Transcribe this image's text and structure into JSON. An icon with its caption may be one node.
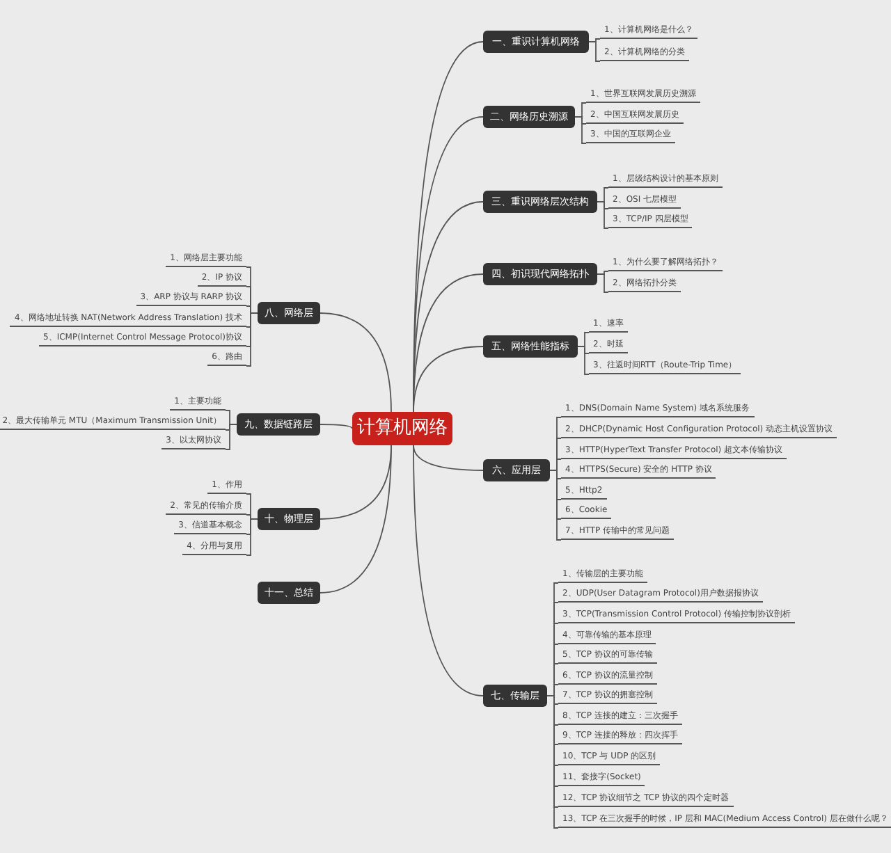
{
  "diagram": {
    "nodes": [
      {
        "text": [
          "计算机网络"
        ]
      },
      {
        "text": [
          "一、重识计算机网络"
        ]
      },
      {
        "text": [
          "1、计算机网络是什么？"
        ]
      },
      {
        "text": [
          "2、计算机网络的分类"
        ]
      },
      {
        "text": [
          "二、网络历史溯源"
        ]
      },
      {
        "text": [
          "1、世界互联网发展历史溯源"
        ]
      },
      {
        "text": [
          "2、中国互联网发展历史"
        ]
      },
      {
        "text": [
          "3、中国的互联网企业"
        ]
      },
      {
        "text": [
          "三、重识网络层次结构"
        ]
      },
      {
        "text": [
          "1、层级结构设计的基本原则"
        ]
      },
      {
        "text": [
          "2、OSI 七层模型"
        ]
      },
      {
        "text": [
          "3、TCP/IP 四层模型"
        ]
      },
      {
        "text": [
          "四、初识现代网络拓扑"
        ]
      },
      {
        "text": [
          "1、为什么要了解网络拓扑？"
        ]
      },
      {
        "text": [
          "2、网络拓扑分类"
        ]
      },
      {
        "text": [
          "五、网络性能指标"
        ]
      },
      {
        "text": [
          "1、速率"
        ]
      },
      {
        "text": [
          "2、时延"
        ]
      },
      {
        "text": [
          "3、往返时间RTT（Route-Trip Time）"
        ]
      },
      {
        "text": [
          "六、应用层"
        ]
      },
      {
        "text": [
          "1、DNS(Domain Name System) 域名系统服务"
        ]
      },
      {
        "text": [
          "2、DHCP(Dynamic Host Configuration Protocol) 动态主机设置协议"
        ]
      },
      {
        "text": [
          "3、HTTP(HyperText Transfer Protocol) 超文本传输协议"
        ]
      },
      {
        "text": [
          "4、HTTPS(Secure) 安全的 HTTP 协议"
        ]
      },
      {
        "text": [
          "5、Http2"
        ]
      },
      {
        "text": [
          "6、Cookie"
        ]
      },
      {
        "text": [
          "7、HTTP 传输中的常见问题"
        ]
      },
      {
        "text": [
          "七、传输层"
        ]
      },
      {
        "text": [
          "1、传输层的主要功能"
        ]
      },
      {
        "text": [
          "2、UDP(User Datagram Protocol)用户数据报协议"
        ]
      },
      {
        "text": [
          "3、TCP(Transmission Control Protocol) 传输控制协议剖析"
        ]
      },
      {
        "text": [
          "4、可靠传输的基本原理"
        ]
      },
      {
        "text": [
          "5、TCP 协议的可靠传输"
        ]
      },
      {
        "text": [
          "6、TCP 协议的流量控制"
        ]
      },
      {
        "text": [
          "7、TCP 协议的拥塞控制"
        ]
      },
      {
        "text": [
          "8、TCP 连接的建立：三次握手"
        ]
      },
      {
        "text": [
          "9、TCP 连接的释放：四次挥手"
        ]
      },
      {
        "text": [
          "10、TCP 与 UDP 的区别"
        ]
      },
      {
        "text": [
          "11、套接字(Socket)"
        ]
      },
      {
        "text": [
          "12、TCP 协议细节之 TCP 协议的四个定时器"
        ]
      },
      {
        "text": [
          "13、TCP 在三次握手的时候，IP 层和 MAC(Medium Access Control) 层在做什么呢？"
        ]
      },
      {
        "text": [
          "八、网络层"
        ]
      },
      {
        "text": [
          "1、网络层主要功能"
        ]
      },
      {
        "text": [
          "2、IP 协议"
        ]
      },
      {
        "text": [
          "3、ARP 协议与 RARP 协议"
        ]
      },
      {
        "text": [
          "4、网络地址转换 NAT(Network Address Translation) 技术"
        ]
      },
      {
        "text": [
          "5、ICMP(Internet Control Message Protocol)协议"
        ]
      },
      {
        "text": [
          "6、路由"
        ]
      },
      {
        "text": [
          "九、数据链路层"
        ]
      },
      {
        "text": [
          "1、主要功能"
        ]
      },
      {
        "text": [
          "2、最大传输单元 MTU（Maximum Transmission Unit）"
        ]
      },
      {
        "text": [
          "3、以太网协议"
        ]
      },
      {
        "text": [
          "十、物理层"
        ]
      },
      {
        "text": [
          "1、作用"
        ]
      },
      {
        "text": [
          "2、常见的传输介质"
        ]
      },
      {
        "text": [
          "3、信道基本概念"
        ]
      },
      {
        "text": [
          "4、分用与复用"
        ]
      },
      {
        "text": [
          "十一、总结"
        ]
      }
    ],
    "edges": [
      {
        "from": 0,
        "to": 1,
        "arrow": "none"
      },
      {
        "from": 0,
        "to": 4,
        "arrow": "none"
      },
      {
        "from": 0,
        "to": 8,
        "arrow": "none"
      },
      {
        "from": 0,
        "to": 12,
        "arrow": "none"
      },
      {
        "from": 0,
        "to": 15,
        "arrow": "none"
      },
      {
        "from": 0,
        "to": 19,
        "arrow": "none"
      },
      {
        "from": 0,
        "to": 27,
        "arrow": "none"
      },
      {
        "from": 0,
        "to": 41,
        "arrow": "none"
      },
      {
        "from": 0,
        "to": 48,
        "arrow": "none"
      },
      {
        "from": 0,
        "to": 52,
        "arrow": "none"
      },
      {
        "from": 0,
        "to": 57,
        "arrow": "none"
      },
      {
        "from": 1,
        "to": 2,
        "arrow": "none"
      },
      {
        "from": 1,
        "to": 3,
        "arrow": "none"
      },
      {
        "from": 4,
        "to": 5,
        "arrow": "none"
      },
      {
        "from": 4,
        "to": 6,
        "arrow": "none"
      },
      {
        "from": 4,
        "to": 7,
        "arrow": "none"
      },
      {
        "from": 8,
        "to": 9,
        "arrow": "none"
      },
      {
        "from": 8,
        "to": 10,
        "arrow": "none"
      },
      {
        "from": 8,
        "to": 11,
        "arrow": "none"
      },
      {
        "from": 12,
        "to": 13,
        "arrow": "none"
      },
      {
        "from": 12,
        "to": 14,
        "arrow": "none"
      },
      {
        "from": 15,
        "to": 16,
        "arrow": "none"
      },
      {
        "from": 15,
        "to": 17,
        "arrow": "none"
      },
      {
        "from": 15,
        "to": 18,
        "arrow": "none"
      },
      {
        "from": 19,
        "to": 20,
        "arrow": "none"
      },
      {
        "from": 19,
        "to": 21,
        "arrow": "none"
      },
      {
        "from": 19,
        "to": 22,
        "arrow": "none"
      },
      {
        "from": 19,
        "to": 23,
        "arrow": "none"
      },
      {
        "from": 19,
        "to": 24,
        "arrow": "none"
      },
      {
        "from": 19,
        "to": 25,
        "arrow": "none"
      },
      {
        "from": 19,
        "to": 26,
        "arrow": "none"
      },
      {
        "from": 27,
        "to": 28,
        "arrow": "none"
      },
      {
        "from": 27,
        "to": 29,
        "arrow": "none"
      },
      {
        "from": 27,
        "to": 30,
        "arrow": "none"
      },
      {
        "from": 27,
        "to": 31,
        "arrow": "none"
      },
      {
        "from": 27,
        "to": 32,
        "arrow": "none"
      },
      {
        "from": 27,
        "to": 33,
        "arrow": "none"
      },
      {
        "from": 27,
        "to": 34,
        "arrow": "none"
      },
      {
        "from": 27,
        "to": 35,
        "arrow": "none"
      },
      {
        "from": 27,
        "to": 36,
        "arrow": "none"
      },
      {
        "from": 27,
        "to": 37,
        "arrow": "none"
      },
      {
        "from": 27,
        "to": 38,
        "arrow": "none"
      },
      {
        "from": 27,
        "to": 39,
        "arrow": "none"
      },
      {
        "from": 27,
        "to": 40,
        "arrow": "none"
      },
      {
        "from": 41,
        "to": 42,
        "arrow": "none"
      },
      {
        "from": 41,
        "to": 43,
        "arrow": "none"
      },
      {
        "from": 41,
        "to": 44,
        "arrow": "none"
      },
      {
        "from": 41,
        "to": 45,
        "arrow": "none"
      },
      {
        "from": 41,
        "to": 46,
        "arrow": "none"
      },
      {
        "from": 41,
        "to": 47,
        "arrow": "none"
      },
      {
        "from": 48,
        "to": 49,
        "arrow": "none"
      },
      {
        "from": 48,
        "to": 50,
        "arrow": "none"
      },
      {
        "from": 48,
        "to": 51,
        "arrow": "none"
      },
      {
        "from": 52,
        "to": 53,
        "arrow": "none"
      },
      {
        "from": 52,
        "to": 54,
        "arrow": "none"
      },
      {
        "from": 52,
        "to": 55,
        "arrow": "none"
      },
      {
        "from": 52,
        "to": 56,
        "arrow": "none"
      }
    ]
  }
}
